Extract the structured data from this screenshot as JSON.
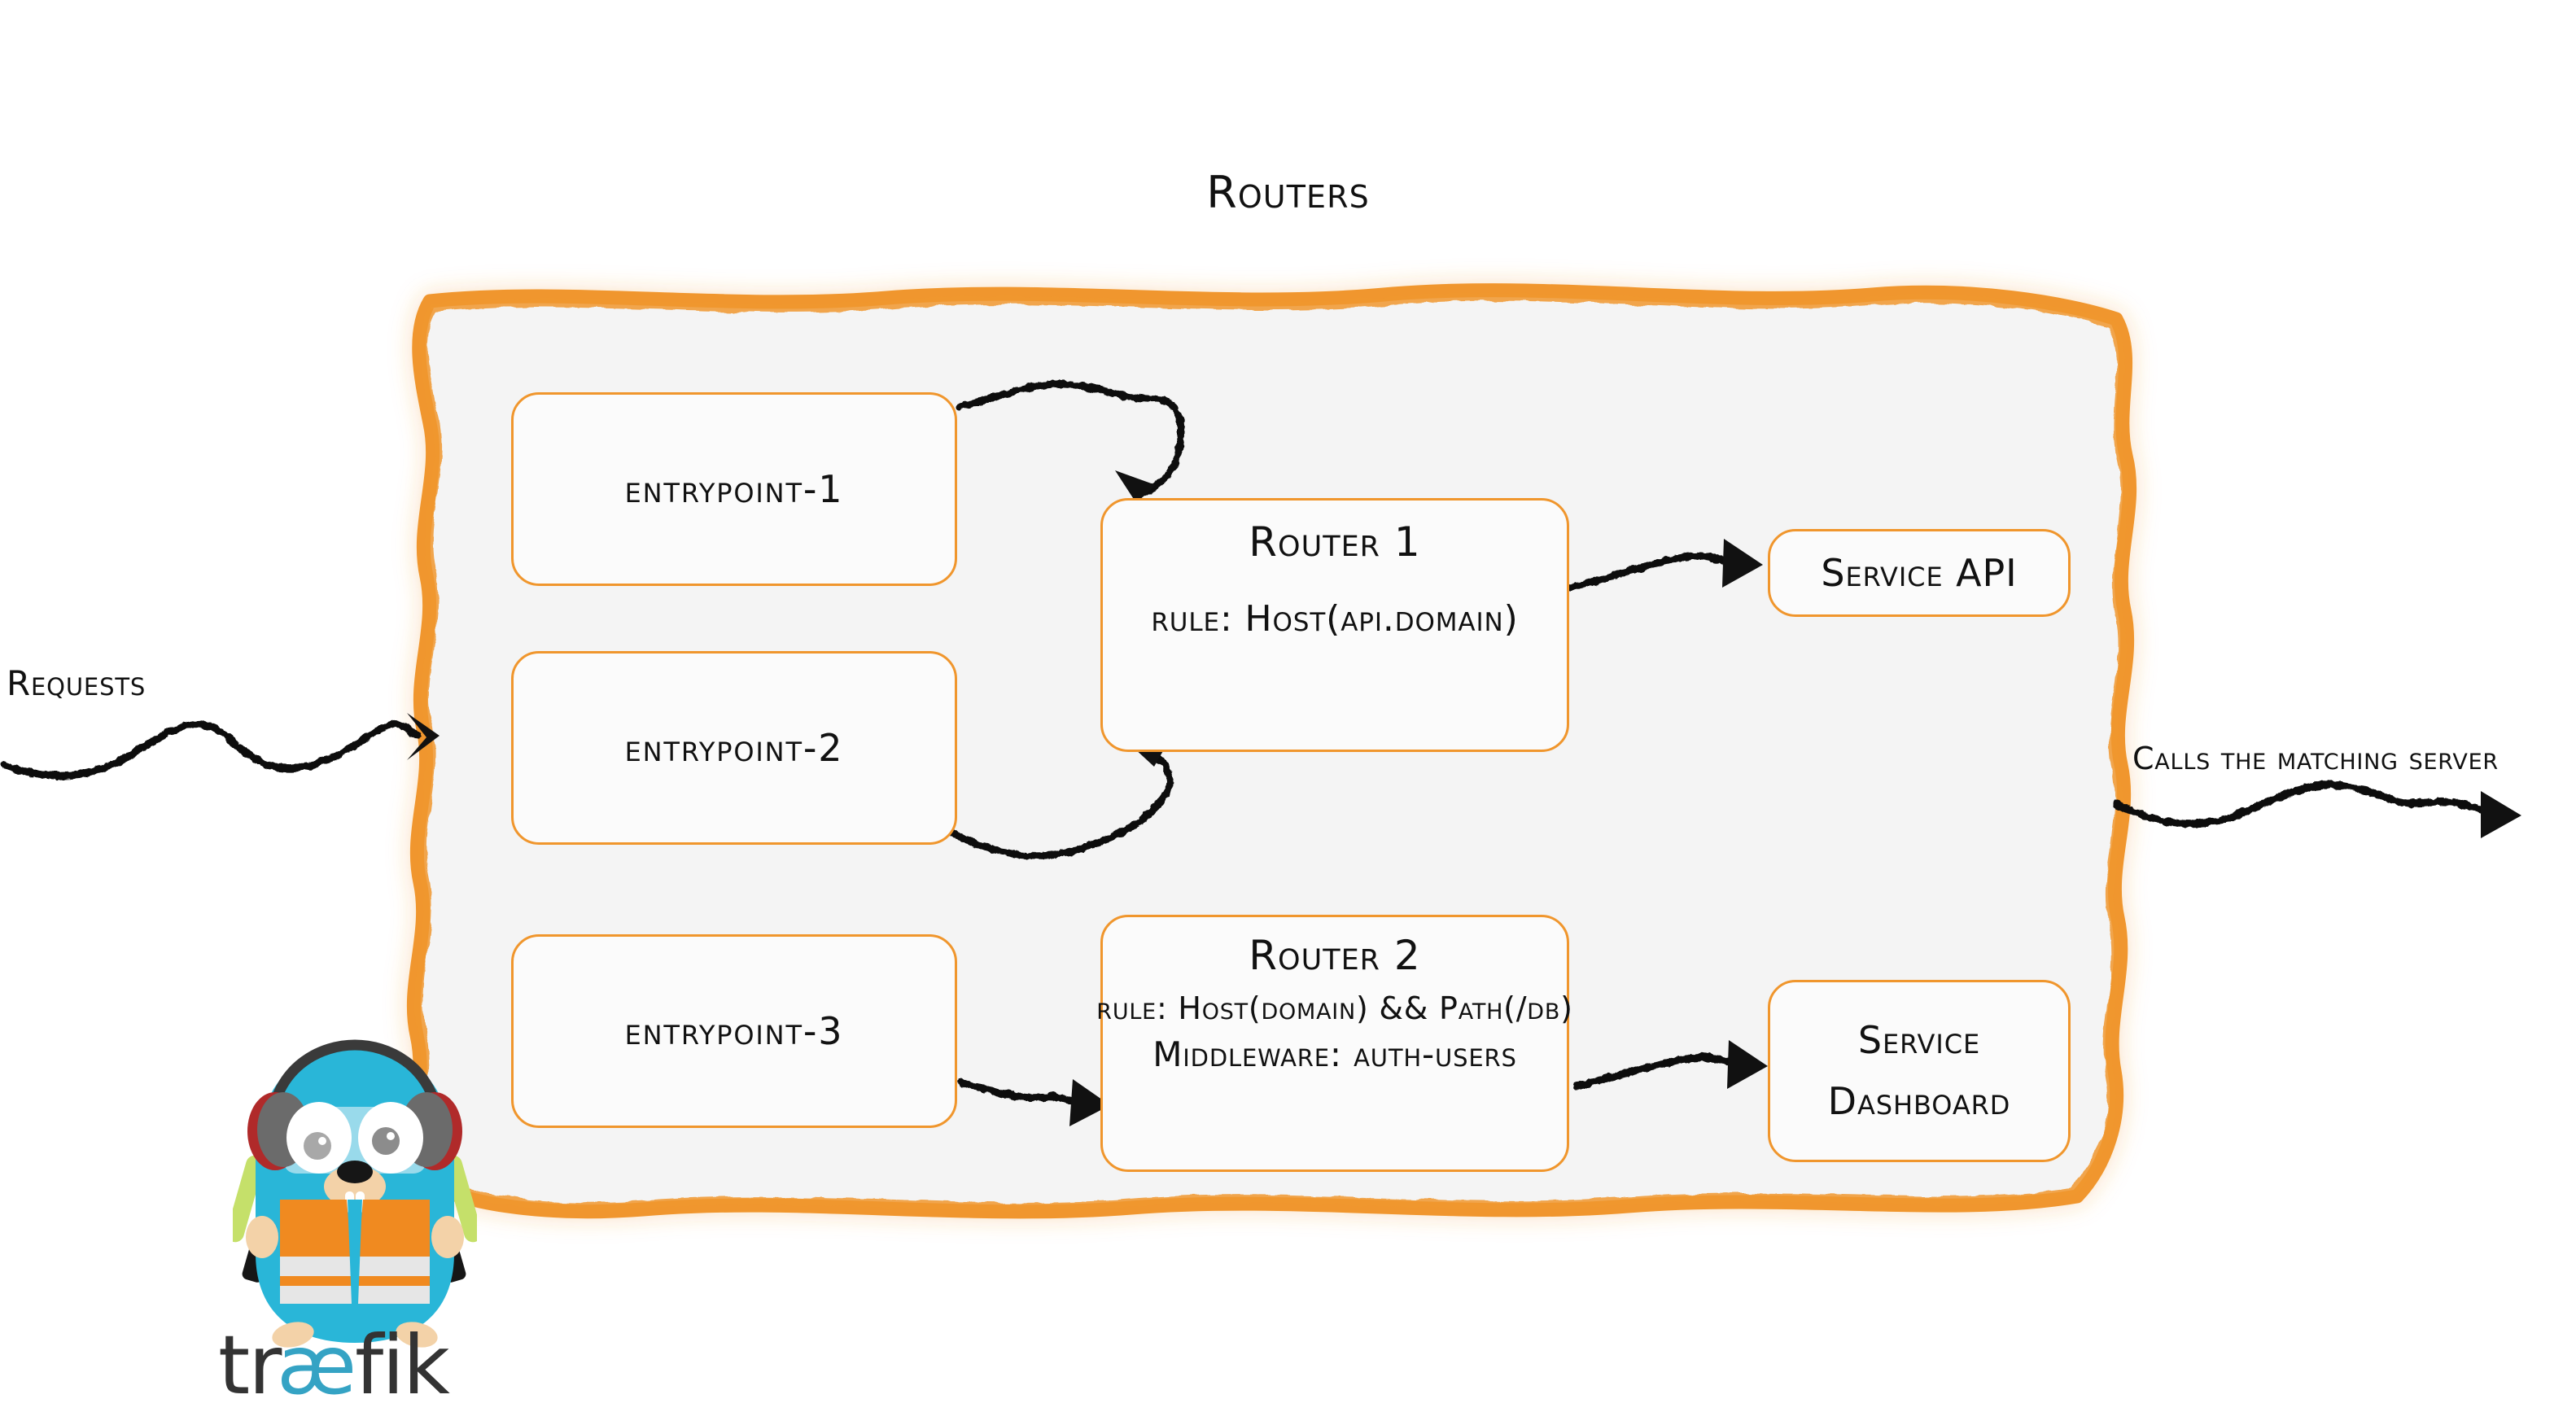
{
  "diagram": {
    "title": "Routers",
    "type": "traefik-routing-architecture",
    "colors": {
      "accent_orange": "#f0962d",
      "container_fill": "#f4f4f4",
      "node_fill": "#fbfbfb",
      "ink_black": "#111111",
      "gopher_blue": "#29b6d8",
      "gopher_vest_orange": "#f08a20",
      "wordmark_dark": "#333333",
      "wordmark_blue": "#35a3c4",
      "wand_green": "#c5e06a"
    },
    "container": {
      "name": "routers-container",
      "style": "hand-drawn-orange-blob",
      "fill": "#f4f4f4"
    },
    "entrypoints": [
      {
        "id": "entrypoint-1",
        "label": "entrypoint-1"
      },
      {
        "id": "entrypoint-2",
        "label": "entrypoint-2"
      },
      {
        "id": "entrypoint-3",
        "label": "entrypoint-3"
      }
    ],
    "routers": [
      {
        "id": "router-1",
        "title": "Router 1",
        "rule": "rule: Host(api.domain)",
        "middleware": null
      },
      {
        "id": "router-2",
        "title": "Router 2",
        "rule": "rule: Host(domain) && Path(/db)",
        "middleware": "Middleware: auth-users"
      }
    ],
    "services": [
      {
        "id": "service-api",
        "lines": [
          "Service API"
        ]
      },
      {
        "id": "service-dashboard",
        "lines": [
          "Service",
          "Dashboard"
        ]
      }
    ],
    "captions": {
      "requests": "Requests",
      "calls": "Calls the matching server"
    },
    "connections": [
      {
        "from": "entrypoint-1",
        "to": "router-1",
        "style": "wavy-arrow"
      },
      {
        "from": "entrypoint-2",
        "to": "router-1",
        "style": "wavy-arrow"
      },
      {
        "from": "entrypoint-3",
        "to": "router-2",
        "style": "wavy-arrow"
      },
      {
        "from": "router-1",
        "to": "service-api",
        "style": "wavy-arrow"
      },
      {
        "from": "router-2",
        "to": "service-dashboard",
        "style": "wavy-arrow"
      },
      {
        "from": "requests",
        "to": "routers-container",
        "style": "wavy-arrow"
      },
      {
        "from": "routers-container",
        "to": "calls",
        "style": "wavy-arrow"
      }
    ],
    "logo": {
      "name": "traefik-logo",
      "wordmark": "træfik",
      "mascot": "gopher-with-ear-defenders-and-safety-vest"
    }
  }
}
